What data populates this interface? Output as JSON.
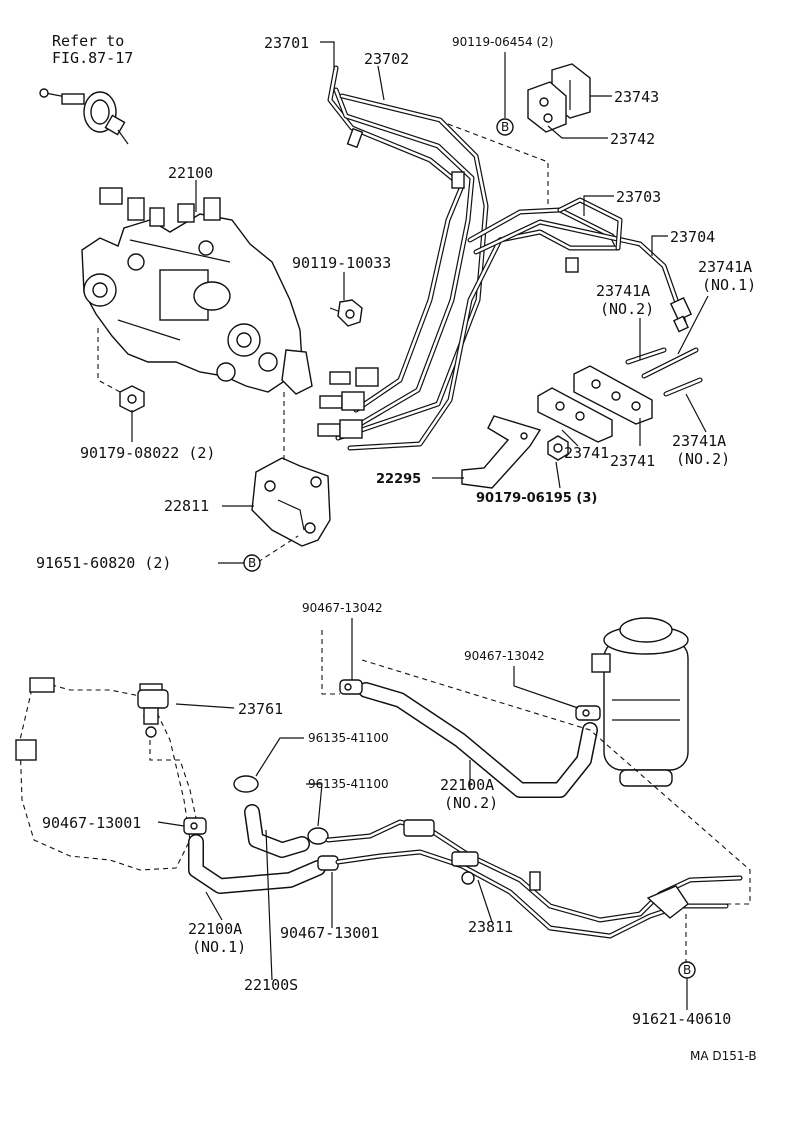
{
  "diagram": {
    "refer_note_line1": "Refer to",
    "refer_note_line2": "FIG.87-17",
    "figure_code": "MA D151-B",
    "marker_letter": "B",
    "labels": {
      "p22100": "22100",
      "p23701": "23701",
      "p23702": "23702",
      "p90119_06454": "90119-06454 (2)",
      "p23743": "23743",
      "p23742": "23742",
      "p23703": "23703",
      "p23704": "23704",
      "p90119_10033": "90119-10033",
      "p23741A_1_top": "23741A",
      "p23741A_1_bot": "(NO.1)",
      "p23741A_2_top": "23741A",
      "p23741A_2_bot": "(NO.2)",
      "p23741A_2b_top": "23741A",
      "p23741A_2b_bot": "(NO.2)",
      "p23741_a": "23741",
      "p23741_b": "23741",
      "p90179_08022": "90179-08022 (2)",
      "p22295": "22295",
      "p90179_06195": "90179-06195 (3)",
      "p22811": "22811",
      "p91651_60820": "91651-60820 (2)",
      "p90467_13042_a": "90467-13042",
      "p90467_13042_b": "90467-13042",
      "p23761": "23761",
      "p96135_41100_a": "96135-41100",
      "p96135_41100_b": "96135-41100",
      "p22100A_2_top": "22100A",
      "p22100A_2_bot": "(NO.2)",
      "p90467_13001_a": "90467-13001",
      "p90467_13001_b": "90467-13001",
      "p22100A_1_top": "22100A",
      "p22100A_1_bot": "(NO.1)",
      "p22100S": "22100S",
      "p23811": "23811",
      "p91621_40610": "91621-40610"
    }
  }
}
